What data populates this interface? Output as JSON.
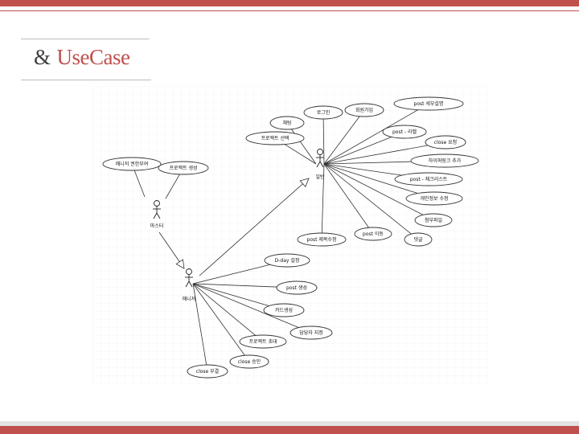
{
  "header": {
    "ampersand": "&",
    "title": "UseCase"
  },
  "diagram": {
    "actors": {
      "master": "마스터",
      "manager": "매니저",
      "general": "일반"
    },
    "master_usecases": [
      "매니저 권한부여",
      "프로젝트 생성"
    ],
    "general_usecases": [
      "채팅",
      "로그인",
      "회원가입",
      "post 세부설명",
      "프로젝트 선택",
      "post - 라벨",
      "close 요청",
      "하이퍼링크 추가",
      "post - 체크리스트",
      "개인정보 수정",
      "첨부파일",
      "post 이동",
      "댓글",
      "post 제목수정"
    ],
    "manager_usecases": [
      "D-day 설정",
      "post 생성",
      "카드생성",
      "담당자 지정",
      "프로젝트 초대",
      "close 승인",
      "close 부결"
    ]
  }
}
